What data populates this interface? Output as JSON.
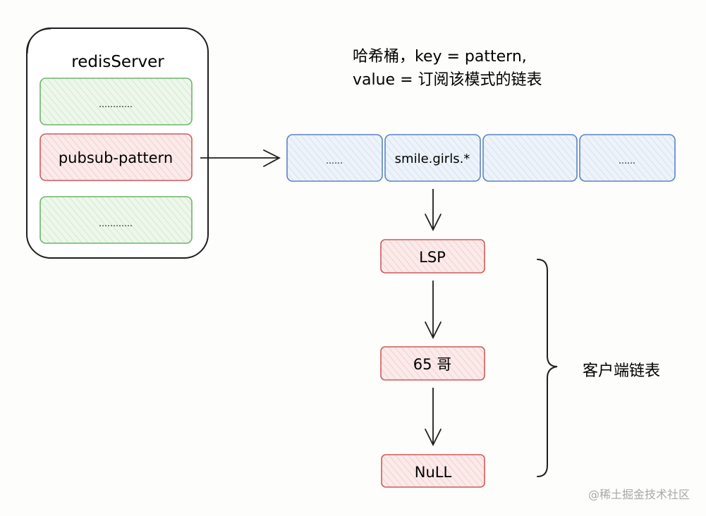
{
  "server": {
    "title": "redisServer",
    "rows": [
      {
        "label": "…………",
        "kind": "green"
      },
      {
        "label": "pubsub-pattern",
        "kind": "red"
      },
      {
        "label": "…………",
        "kind": "green"
      }
    ]
  },
  "hash": {
    "caption_line1": "哈希桶，key = pattern,",
    "caption_line2": "value = 订阅该模式的链表",
    "buckets": [
      "……",
      "smile.girls.*",
      "",
      "……"
    ]
  },
  "list": {
    "nodes": [
      "LSP",
      "65 哥",
      "NuLL"
    ],
    "brace_label": "客户端链表"
  },
  "watermark": "@稀土掘金技术社区",
  "colors": {
    "green_stroke": "#6fb36b",
    "green_fill": "#e4f2df",
    "red_stroke": "#d05b5b",
    "red_fill": "#f8dede",
    "blue_stroke": "#5b83c4",
    "blue_fill": "#e2ecf7",
    "ink": "#1e1e1e"
  }
}
